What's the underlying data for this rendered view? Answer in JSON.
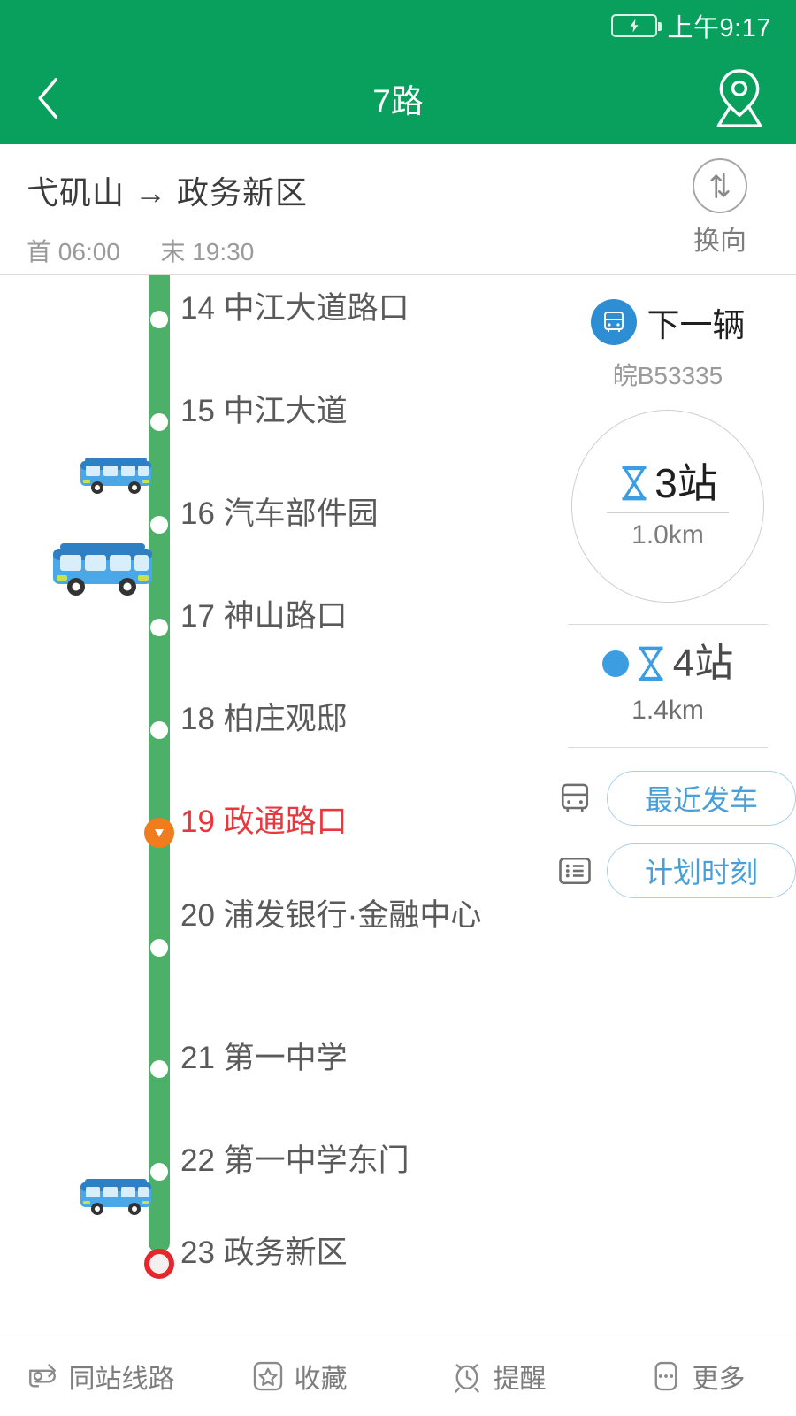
{
  "statusbar": {
    "time": "上午9:17",
    "battery_icon": "battery-charging-icon"
  },
  "appbar": {
    "title": "7路",
    "back_icon": "chevron-left-icon",
    "map_icon": "map-pin-icon"
  },
  "route": {
    "name": "弋矶山 → 政务新区",
    "first_label": "首",
    "first_time": "06:00",
    "last_label": "末",
    "last_time": "19:30",
    "switch_label": "换向",
    "switch_icon": "swap-vertical-icon"
  },
  "stations": [
    {
      "no": "14",
      "name": "中江大道路口",
      "state": "normal"
    },
    {
      "no": "15",
      "name": "中江大道",
      "state": "normal"
    },
    {
      "no": "16",
      "name": "汽车部件园",
      "state": "normal"
    },
    {
      "no": "17",
      "name": "神山路口",
      "state": "normal"
    },
    {
      "no": "18",
      "name": "柏庄观邸",
      "state": "normal"
    },
    {
      "no": "19",
      "name": "政通路口",
      "state": "current"
    },
    {
      "no": "20",
      "name": "浦发银行·金融中心",
      "state": "normal"
    },
    {
      "no": "21",
      "name": "第一中学",
      "state": "normal"
    },
    {
      "no": "22",
      "name": "第一中学东门",
      "state": "normal"
    },
    {
      "no": "23",
      "name": "政务新区",
      "state": "terminal"
    }
  ],
  "buses_on_line": [
    {
      "icon": "bus-marker-icon",
      "size": "small"
    },
    {
      "icon": "bus-marker-icon",
      "size": "large"
    },
    {
      "icon": "bus-marker-icon",
      "size": "small"
    }
  ],
  "panel": {
    "next_bus_label": "下一辆",
    "next_bus_icon": "bus-circle-icon",
    "plate": "皖B53335",
    "eta1": {
      "icon": "hourglass-icon",
      "stops": "3站",
      "distance": "1.0km"
    },
    "eta2": {
      "marker_icon": "blue-dot-icon",
      "icon": "hourglass-icon",
      "stops": "4站",
      "distance": "1.4km"
    },
    "actions": [
      {
        "icon": "bus-outline-icon",
        "label": "最近发车"
      },
      {
        "icon": "list-outline-icon",
        "label": "计划时刻"
      }
    ]
  },
  "bottombar": [
    {
      "icon": "same-station-routes-icon",
      "label": "同站线路"
    },
    {
      "icon": "star-icon",
      "label": "收藏"
    },
    {
      "icon": "alarm-clock-icon",
      "label": "提醒"
    },
    {
      "icon": "more-dots-icon",
      "label": "更多"
    }
  ],
  "colors": {
    "header_green": "#09a05e",
    "line_green": "#4cb069",
    "current_orange": "#f07c1e",
    "terminal_red": "#e8252b",
    "highlight_red": "#e8373d",
    "accent_blue": "#4a9fd8"
  }
}
